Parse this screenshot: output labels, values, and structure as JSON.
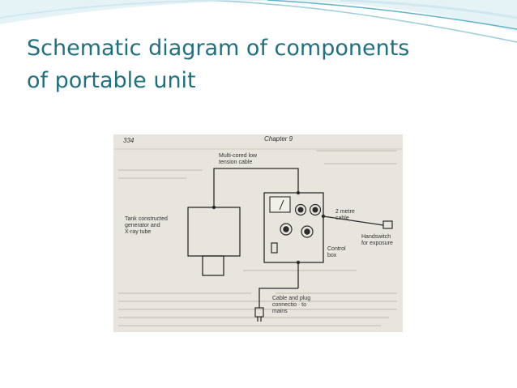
{
  "slide": {
    "title_line1": "Schematic diagram of components",
    "title_line2": "of portable unit"
  },
  "figure": {
    "header_left": "334",
    "header_right": "Chapter 9",
    "labels": {
      "top_cable_line1": "Multi-cored low",
      "top_cable_line2": "tension cable",
      "tank_line1": "Tank constructed",
      "tank_line2": "generator and",
      "tank_line3": "X-ray tube",
      "cable_2m_line1": "2 metre",
      "cable_2m_line2": "cable",
      "handswitch_line1": "Handswitch",
      "handswitch_line2": "for exposure",
      "control_line1": "Control",
      "control_line2": "box",
      "plug_line1": "Cable and plug",
      "plug_line2": "connectio · to",
      "plug_line3": "mains"
    }
  },
  "colors": {
    "title": "#1f7180",
    "wave_light": "#cfe7ee",
    "wave_mid": "#9fd0de",
    "wave_dark": "#5fb3c8",
    "paper": "#e8e5df",
    "ink": "#2b2b2b"
  }
}
